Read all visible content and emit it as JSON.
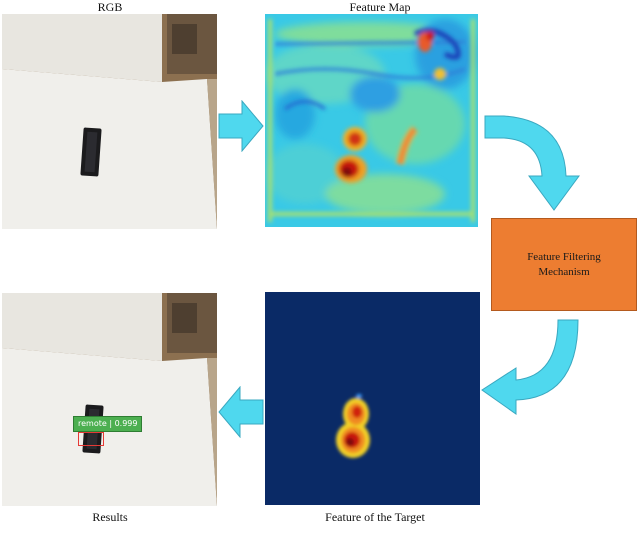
{
  "labels": {
    "rgb": "RGB",
    "feature_map": "Feature Map",
    "feature_target": "Feature of the Target",
    "results": "Results"
  },
  "filter_box": {
    "line1": "Feature Filtering",
    "line2": "Mechanism"
  },
  "detection": {
    "class": "remote",
    "score": "0.999"
  },
  "colors": {
    "arrow_fill": "#4fd8ee",
    "arrow_stroke": "#3aa8c0",
    "filter_fill": "#ed7d31",
    "target_bg": "#0a2a66",
    "detection_label": "#4caf50",
    "detection_box": "#e53935"
  }
}
